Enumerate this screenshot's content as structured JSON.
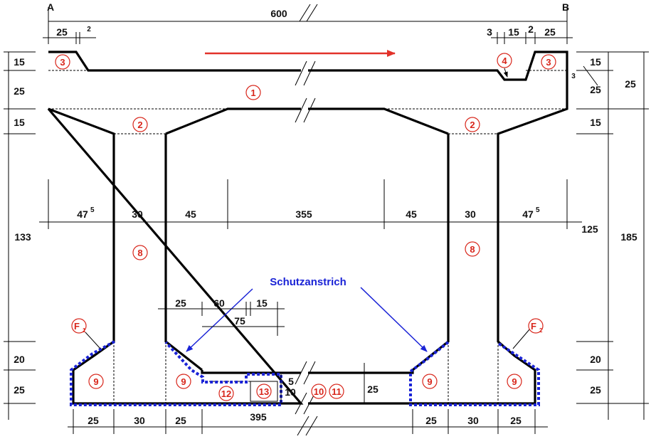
{
  "corners": {
    "left": "A",
    "right": "B"
  },
  "coating_label": "Schutzanstrich",
  "parts": {
    "p1": "1",
    "p2": "2",
    "p3": "3",
    "p4": "4",
    "p8": "8",
    "p9": "9",
    "p10": "10",
    "p11": "11",
    "p12": "12",
    "p13": "13"
  },
  "force_labels": {
    "f1": "F",
    "f1_sub": "1",
    "f2": "F",
    "f2_sub": "2"
  },
  "dimensions": {
    "top_total": "600",
    "top_left_25": "25",
    "top_left_2": "2",
    "top_right_3": "3",
    "top_right_15": "15",
    "top_right_2": "2",
    "top_right_25": "25",
    "left_15a": "15",
    "left_25": "25",
    "left_15b": "15",
    "left_133": "133",
    "left_20": "20",
    "left_25b": "25",
    "right_15a": "15",
    "right_25": "25",
    "right_15b": "15",
    "right_3": "3",
    "right_25total": "25",
    "right_125": "125",
    "right_185": "185",
    "right_20": "20",
    "right_25b": "25",
    "mid_47a": "47",
    "mid_47a_sup": "5",
    "mid_30a": "30",
    "mid_45a": "45",
    "mid_355": "355",
    "mid_45b": "45",
    "mid_30b": "30",
    "mid_47b": "47",
    "mid_47b_sup": "5",
    "detail_25": "25",
    "detail_60": "60",
    "detail_15": "15",
    "detail_75": "75",
    "detail_5": "5",
    "detail_10": "10",
    "bottom_web_25": "25",
    "bot_25a": "25",
    "bot_30a": "30",
    "bot_25b": "25",
    "bot_395": "395",
    "bot_25c": "25",
    "bot_30b": "30",
    "bot_25d": "25"
  },
  "colors": {
    "numbers": "#d8261b",
    "coating": "#1a23d6",
    "arrow": "#e2322a",
    "lines": "#000000"
  }
}
